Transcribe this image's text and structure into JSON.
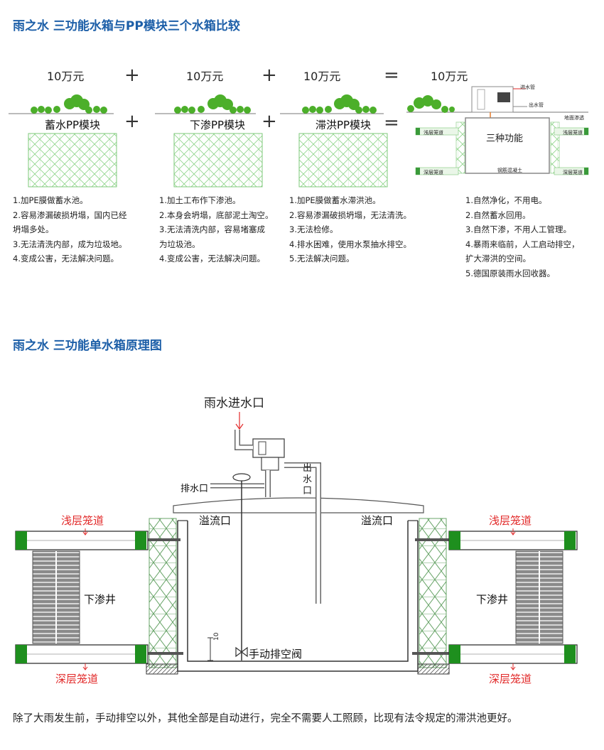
{
  "section1": {
    "title": "雨之水 三功能水箱与PP模块三个水箱比较",
    "prices": [
      "10万元",
      "10万元",
      "10万元",
      "10万元"
    ],
    "ops": [
      "+",
      "+",
      "=",
      "+",
      "+",
      "="
    ],
    "modules": [
      "蓄水PP模块",
      "下渗PP模块",
      "滞洪PP模块"
    ],
    "combo": {
      "box_label": "三种功能",
      "inlet": "进水管",
      "outlet": "出水管",
      "ground": "地面渗透",
      "shallow_left": "浅层笼道",
      "shallow_right": "浅层笼道",
      "deep_left": "深层笼道",
      "deep_right": "深层笼道",
      "base": "钢筋混凝土"
    },
    "lists": [
      [
        "1.加PE膜做蓄水池。",
        "2.容易渗漏破损坍塌，国内已经",
        "坍塌多处。",
        "3.无法清洗内部，成为垃圾地。",
        "4.变成公害，无法解决问题。"
      ],
      [
        "1.加土工布作下渗池。",
        "2.本身会坍塌，底部泥土淘空。",
        "3.无法清洗内部，容易堵塞成",
        "为垃圾池。",
        "4.变成公害，无法解决问题。"
      ],
      [
        "1.加PE膜做蓄水滞洪池。",
        "2.容易渗漏破损坍塌，无法清洗。",
        "3.无法检修。",
        "4.排水困难，使用水泵抽水排空。",
        "5.无法解决问题。"
      ],
      [
        "1.自然净化，不用电。",
        "2.自然蓄水回用。",
        "3.自然下渗，不用人工管理。",
        "4.暴雨来临前，人工启动排空，",
        "扩大滞洪的空间。",
        "5.德国原装雨水回收器。"
      ]
    ]
  },
  "section2": {
    "title": "雨之水 三功能单水箱原理图",
    "labels": {
      "inlet": "雨水进水口",
      "drain": "排水口",
      "outlet": "出水口",
      "overflow_left": "溢流口",
      "overflow_right": "溢流口",
      "shallow_left": "浅层笼道",
      "shallow_right": "浅层笼道",
      "well_left": "下渗井",
      "well_right": "下渗井",
      "deep_left": "深层笼道",
      "deep_right": "深层笼道",
      "valve": "手动排空阀",
      "dimension": "10"
    }
  },
  "footer": "除了大雨发生前，手动排空以外，其他全部是自动进行，完全不需要人工照顾，比现有法令规定的滞洪池更好。",
  "colors": {
    "title_blue": "#1d5fa8",
    "accent_red": "#e22a2a",
    "grass_green": "#4caf2a",
    "lattice_green": "#7ec87a",
    "concrete_gray": "#bdbdbd"
  }
}
